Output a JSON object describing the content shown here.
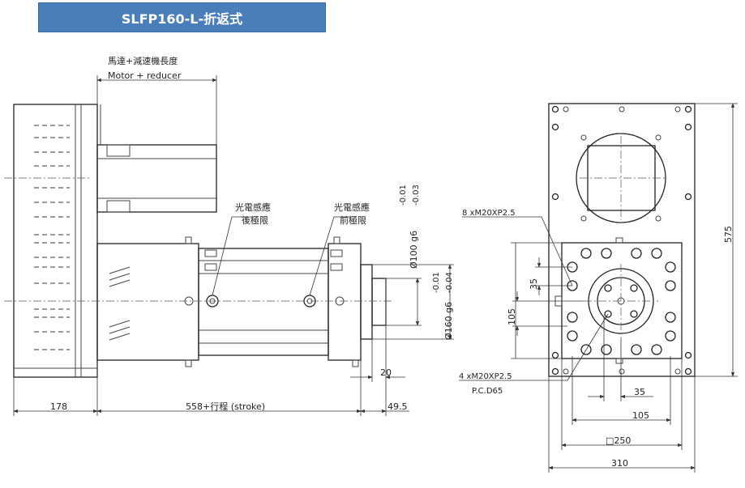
{
  "title": "SLFP160-L-折返式",
  "labels": {
    "motor_length_cn": "馬達+減速機長度",
    "motor_length_en": "Motor + reducer",
    "sensor_rear_1": "光電感應",
    "sensor_rear_2": "後極限",
    "sensor_front_1": "光電感應",
    "sensor_front_2": "前極限",
    "tol_100": "Ø100 g6",
    "tol_100_upper": "-0.01",
    "tol_100_lower": "-0.03",
    "tol_160": "Ø160 g6",
    "tol_160_upper": "-0.01",
    "tol_160_lower": "-0.04",
    "thread_8": "8 xM20XP2.5",
    "thread_4_a": "4 xM20XP2.5",
    "thread_4_b": "P.C.D65"
  },
  "dimensions": {
    "d178": "178",
    "stroke": "558+行程 (stroke)",
    "d49_5": "49.5",
    "d20": "20",
    "d35_v": "35",
    "d105_v": "105",
    "d35_h": "35",
    "d105_h": "105",
    "d250": "□250",
    "d310": "310",
    "d575": "575"
  }
}
